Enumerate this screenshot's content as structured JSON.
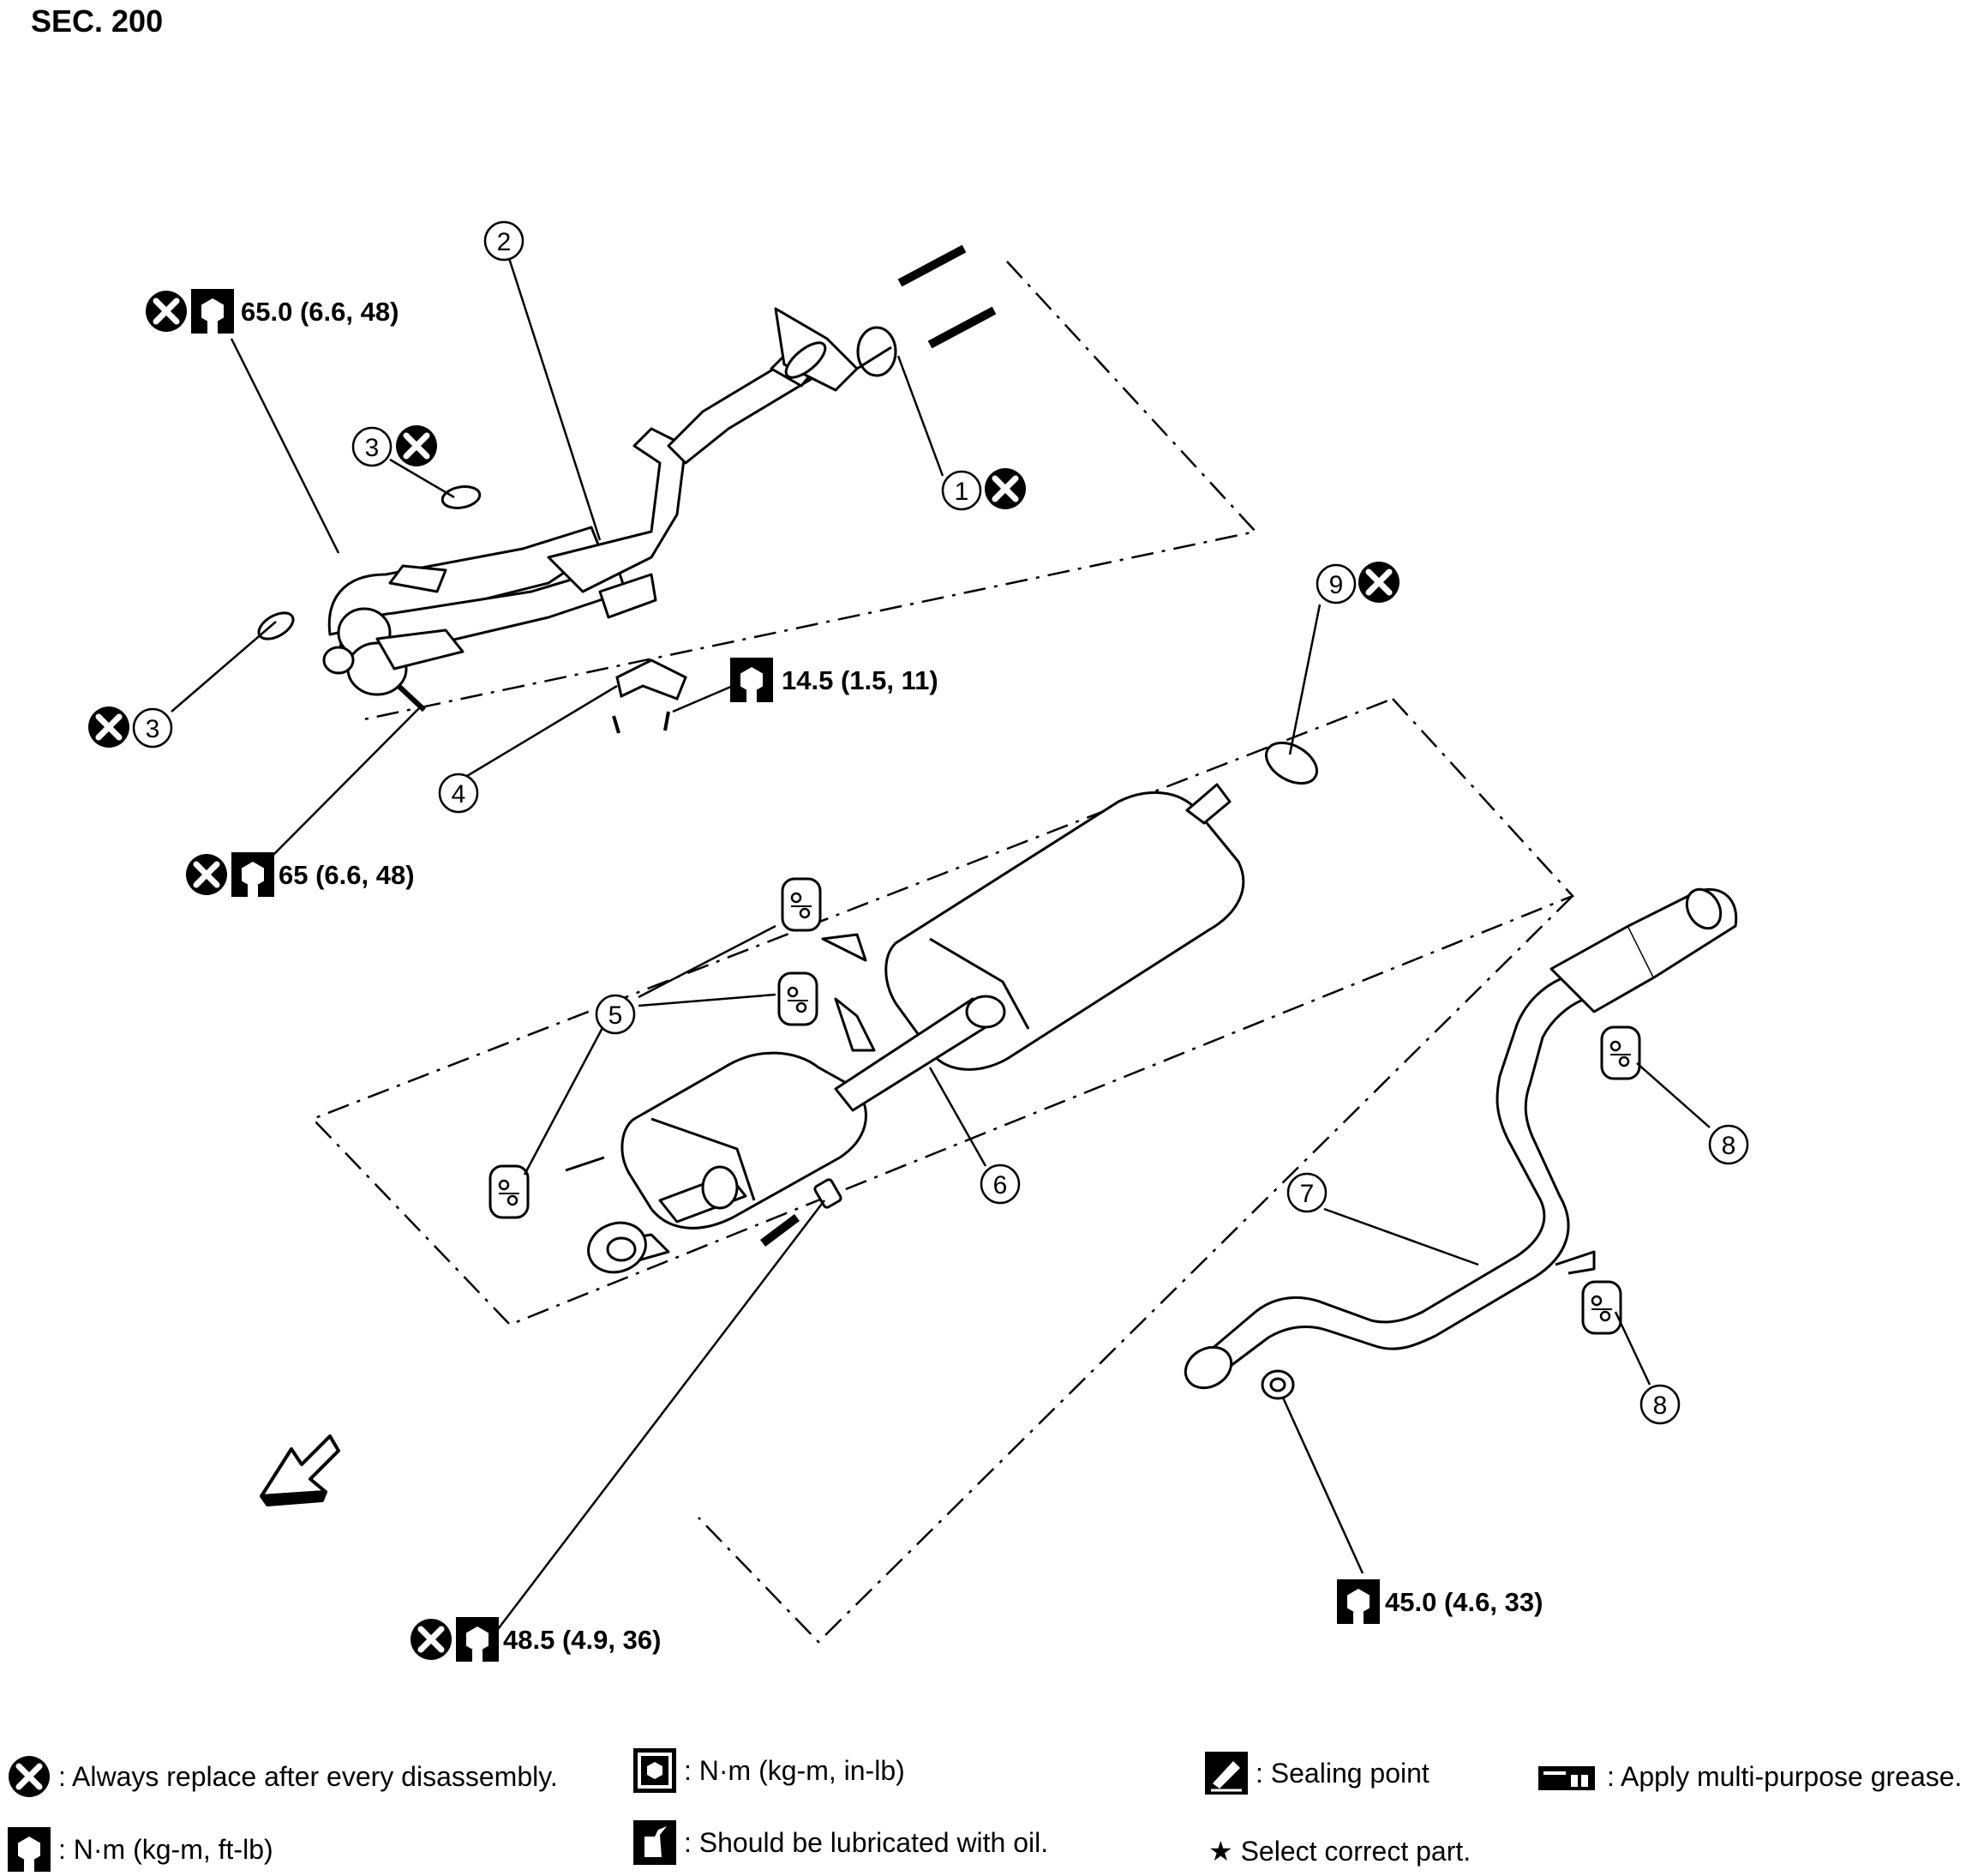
{
  "section_title": "SEC. 200",
  "callouts": {
    "c1": "1",
    "c2": "2",
    "c3a": "3",
    "c3b": "3",
    "c4": "4",
    "c5": "5",
    "c6": "6",
    "c7": "7",
    "c8a": "8",
    "c8b": "8",
    "c9": "9"
  },
  "torque_specs": {
    "top_left": "65.0 (6.6, 48)",
    "mid_left": "65 (6.6, 48)",
    "bracket": "14.5 (1.5, 11)",
    "center_bottom": "48.5 (4.9, 36)",
    "right_bottom": "45.0 (4.6, 33)"
  },
  "legend": {
    "replace": ": Always replace after every disassembly.",
    "nm_ftlb": ": N·m (kg-m, ft-lb)",
    "nm_inlb": ": N·m (kg-m, in-lb)",
    "oil": ": Should be lubricated with oil.",
    "sealing": ": Sealing point",
    "star": "★ Select correct part.",
    "grease": ": Apply multi-purpose grease."
  }
}
